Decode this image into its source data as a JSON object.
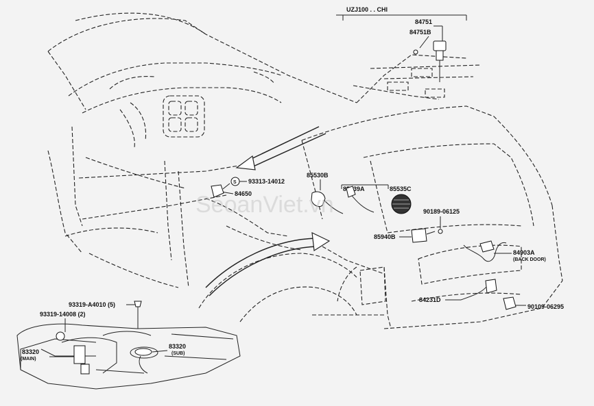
{
  "header": {
    "model_code": "UZJ100 . . CHI"
  },
  "watermark": "SeoanViet.vn",
  "labels": {
    "p84751": "84751",
    "p84751b": "84751B",
    "p93313": "93313-14012",
    "p84650": "84650",
    "p85530b": "85530B",
    "p85539a": "85539A",
    "p85535c": "85535C",
    "p90189": "90189-06125",
    "p85940b": "85940B",
    "p84903a": "84903A",
    "p84903a_note": "(BACK DOOR)",
    "p84231d": "84231D",
    "p90109": "90109-06295",
    "p93319a": "93319-A4010 (5)",
    "p93319b": "93319-14008 (2)",
    "p83320_main": "83320",
    "p83320_main_note": "(MAIN)",
    "p83320_sub": "83320",
    "p83320_sub_note": "(SUB)",
    "s_mark": "S"
  }
}
